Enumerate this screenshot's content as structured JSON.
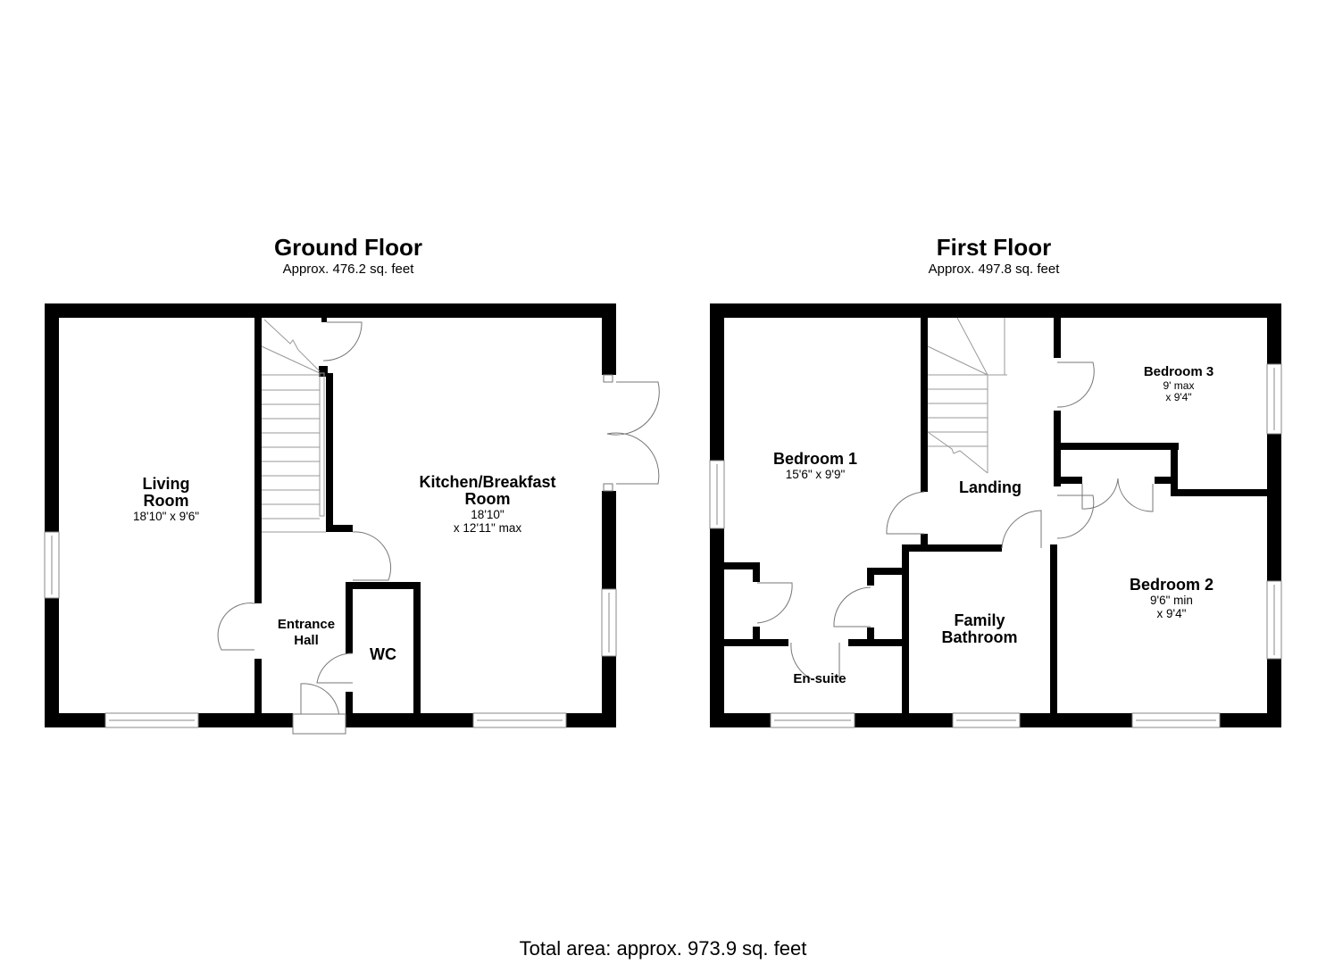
{
  "ground_floor": {
    "title": "Ground Floor",
    "area": "Approx. 476.2 sq. feet",
    "rooms": [
      {
        "name": "Living\nRoom",
        "line1": "Living",
        "line2": "Room",
        "dimensions": "18'10\" x 9'6\""
      },
      {
        "name": "Kitchen/Breakfast Room",
        "line1": "Kitchen/Breakfast",
        "line2": "Room",
        "dimensions_line1": "18'10\"",
        "dimensions_line2": "x 12'11\" max"
      },
      {
        "name": "Entrance Hall",
        "line1": "Entrance",
        "line2": "Hall"
      },
      {
        "name": "WC",
        "line1": "WC"
      }
    ]
  },
  "first_floor": {
    "title": "First Floor",
    "area": "Approx. 497.8 sq. feet",
    "rooms": [
      {
        "name": "Bedroom 1",
        "line1": "Bedroom 1",
        "dimensions": "15'6\" x 9'9\""
      },
      {
        "name": "Landing",
        "line1": "Landing"
      },
      {
        "name": "Bedroom 3",
        "line1": "Bedroom 3",
        "dimensions_line1": "9' max",
        "dimensions_line2": "x 9'4\""
      },
      {
        "name": "Bedroom 2",
        "line1": "Bedroom 2",
        "dimensions_line1": "9'6\" min",
        "dimensions_line2": "x 9'4\""
      },
      {
        "name": "Family Bathroom",
        "line1": "Family",
        "line2": "Bathroom"
      },
      {
        "name": "En-suite",
        "line1": "En-suite"
      }
    ]
  },
  "total_area": "Total area: approx. 973.9 sq. feet"
}
